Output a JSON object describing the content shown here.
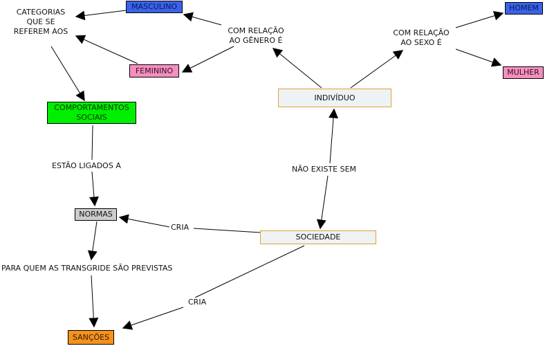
{
  "concepts": {
    "masculino": {
      "label": "MASCULINO",
      "color": "#3a62e8"
    },
    "feminino": {
      "label": "FEMININO",
      "color": "#f58fbf"
    },
    "homem": {
      "label": "HOMEM",
      "color": "#3a62e8"
    },
    "mulher": {
      "label": "MULHER",
      "color": "#f58fbf"
    },
    "individuo": {
      "label": "INDIVÍDUO",
      "color": "#eef2f5",
      "border": "#e0a030"
    },
    "sociedade": {
      "label": "SOCIEDADE",
      "color": "#eef2f5",
      "border": "#e0a030"
    },
    "comportamentos": {
      "label": "COMPORTAMENTOS SOCIAIS",
      "color": "#00ee00"
    },
    "normas": {
      "label": "NORMAS",
      "color": "#cccccc"
    },
    "sancoes": {
      "label": "SANÇÕES",
      "color": "#f5921e"
    },
    "categorias": {
      "label": "CATEGORIAS QUE SE REFEREM AOS"
    }
  },
  "links": {
    "genero": "COM RELAÇÃO AO GÊNERO É",
    "sexo": "COM RELAÇÃO AO SEXO É",
    "nao_existe": "NÃO EXISTE SEM",
    "ligados": "ESTÃO LIGADOS A",
    "cria1": "CRIA",
    "cria2": "CRIA",
    "previstas": "PARA QUEM AS TRANSGRIDE SÃO PREVISTAS"
  }
}
